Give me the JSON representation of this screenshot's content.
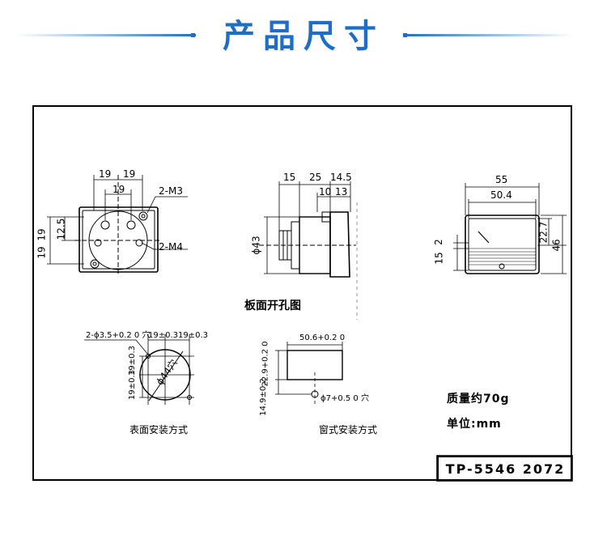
{
  "header": {
    "title": "产品尺寸",
    "accent_color": "#1e6ec8"
  },
  "front_view": {
    "dims_top": [
      "19",
      "19",
      "19"
    ],
    "dims_left": [
      "19",
      "12.5",
      "19"
    ],
    "screw_labels": [
      "2-M3",
      "2-M4"
    ]
  },
  "side_view": {
    "dims_top": [
      "15",
      "25",
      "14.5",
      "10",
      "13"
    ],
    "diameter": "ϕ43"
  },
  "face_view": {
    "dims_top": [
      "55",
      "50.4"
    ],
    "dims_left": [
      "2",
      "15"
    ],
    "dims_right": [
      "22.7",
      "46"
    ]
  },
  "panel_cutout": {
    "heading": "板面开孔图"
  },
  "surface_mount": {
    "holes": "2-ϕ3.5+0.2 0 穴",
    "dims_top": [
      "19±0.3",
      "19±0.3"
    ],
    "dims_left": [
      "19±0.3",
      "19±0.3"
    ],
    "cutout": "ϕ44穴",
    "caption": "表面安装方式"
  },
  "window_mount": {
    "width": "50.6+0.2 0",
    "height": "22.9+0.2 0",
    "offset": "14.9±0.2",
    "hole": "ϕ7+0.5 0 穴",
    "caption": "窗式安装方式"
  },
  "specs": {
    "weight": "质量约70g",
    "unit": "单位:mm"
  },
  "model": "TP-5546 2072"
}
